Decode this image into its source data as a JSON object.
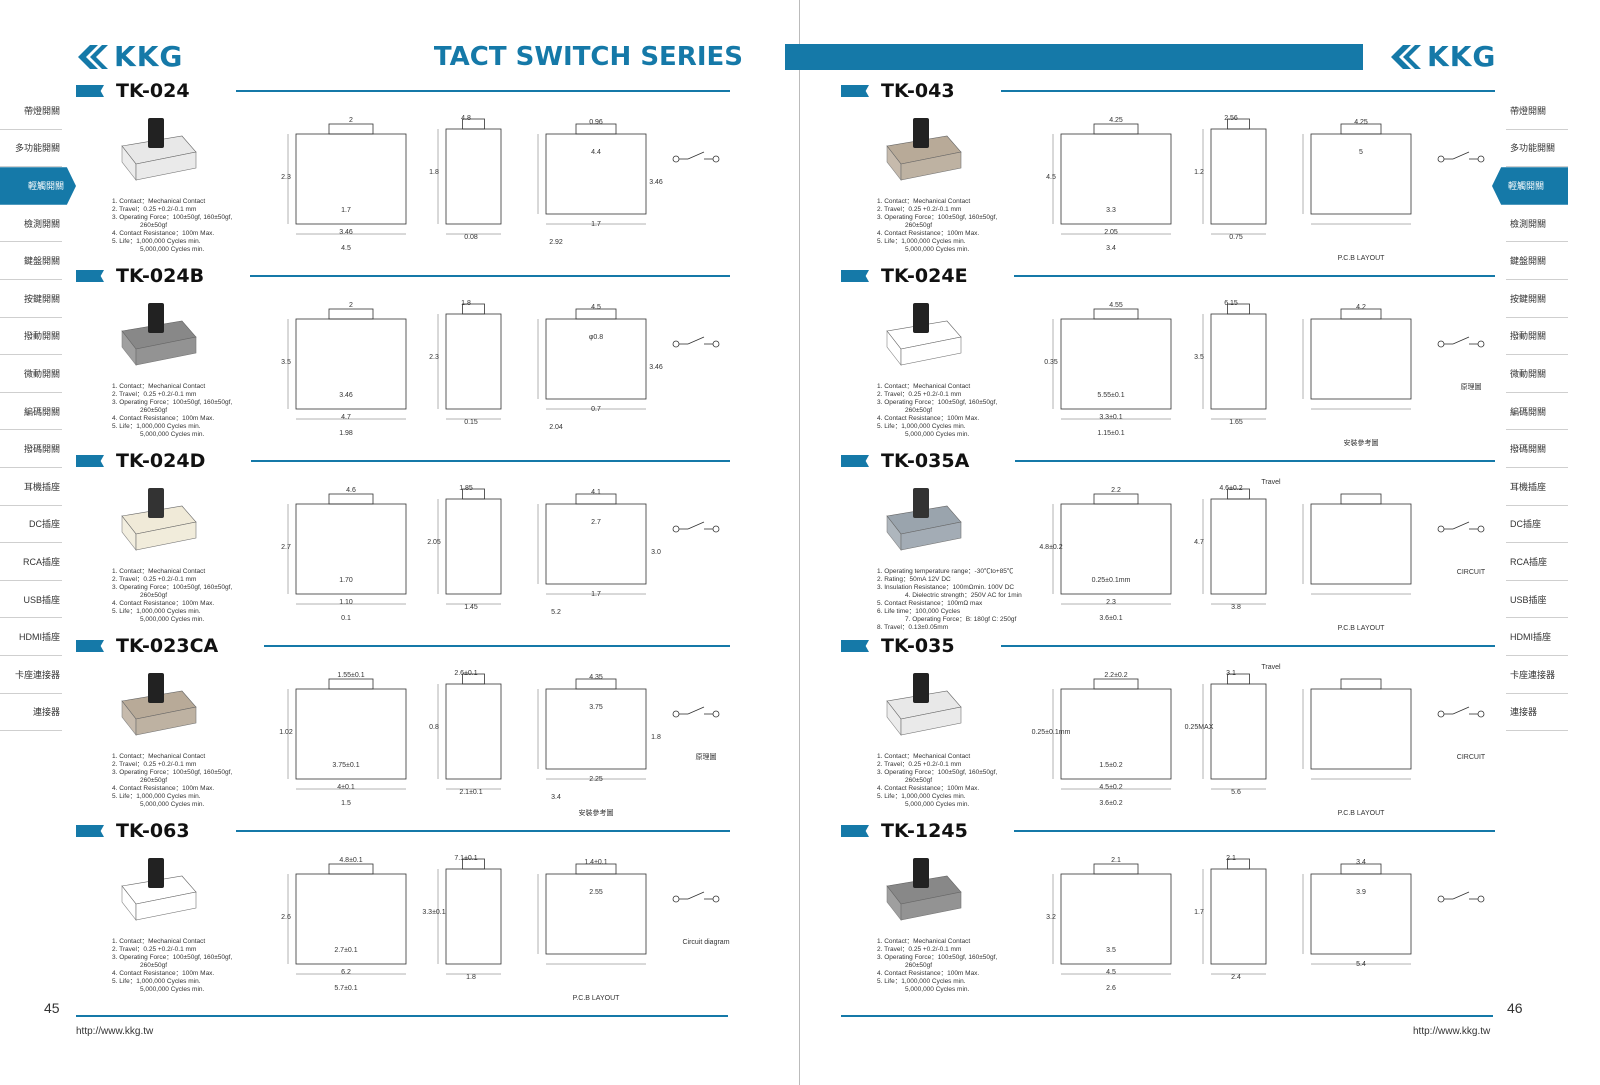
{
  "brand": "KKG",
  "series_title": "TACT SWITCH SERIES",
  "colors": {
    "accent": "#1579a8"
  },
  "left_page": {
    "page_number": "45",
    "url": "http://www.kkg.tw",
    "tabs": [
      "帶燈開關",
      "多功能開關",
      "輕觸開關",
      "檢測開關",
      "鍵盤開關",
      "按鍵開關",
      "撥動開關",
      "微動開關",
      "編碼開關",
      "撥碼開關",
      "耳機插座",
      "DC插座",
      "RCA插座",
      "USB插座",
      "HDMI插座",
      "卡座連接器",
      "連接器"
    ],
    "active_tab": 2,
    "products": [
      {
        "name": "TK-024",
        "specs": [
          "1. Contact：Mechanical Contact",
          "2. Travel：0.25 +0.2/-0.1 mm",
          "3. Operating Force：100±50gf, 160±50gf,",
          "260±50gf",
          "4. Contact Resistance：100m Max.",
          "5. Life：1,000,000 Cycles min.",
          "5,000,000 Cycles min."
        ],
        "dims": [
          "2",
          "2.3",
          "1.7",
          "3.46",
          "4.5",
          "4.8",
          "1.8",
          "0.08",
          "0.96",
          "4.4",
          "1.7",
          "3.46",
          "2.92"
        ]
      },
      {
        "name": "TK-024B",
        "specs": [
          "1. Contact：Mechanical Contact",
          "2. Travel：0.25 +0.2/-0.1 mm",
          "3. Operating Force：100±50gf, 160±50gf,",
          "260±50gf",
          "4. Contact Resistance：100m Max.",
          "5. Life：1,000,000 Cycles min.",
          "5,000,000 Cycles min."
        ],
        "dims": [
          "2",
          "3.5",
          "3.46",
          "4.7",
          "1.98",
          "1.8",
          "2.3",
          "0.15",
          "4.5",
          "φ0.8",
          "0.7",
          "3.46",
          "2.04"
        ]
      },
      {
        "name": "TK-024D",
        "specs": [
          "1. Contact：Mechanical Contact",
          "2. Travel：0.25 +0.2/-0.1 mm",
          "3. Operating Force：100±50gf, 160±50gf,",
          "260±50gf",
          "4. Contact Resistance：100m Max.",
          "5. Life：1,000,000 Cycles min.",
          "5,000,000 Cycles min."
        ],
        "dims": [
          "4.6",
          "2.7",
          "1.70",
          "1.10",
          "0.1",
          "1.85",
          "2.05",
          "1.45",
          "4.1",
          "2.7",
          "1.7",
          "3.0",
          "5.2"
        ]
      },
      {
        "name": "TK-023CA",
        "specs": [
          "1. Contact：Mechanical Contact",
          "2. Travel：0.25 +0.2/-0.1 mm",
          "3. Operating Force：100±50gf, 160±50gf,",
          "260±50gf",
          "4. Contact Resistance：100m Max.",
          "5. Life：1,000,000 Cycles min.",
          "5,000,000 Cycles min."
        ],
        "dims": [
          "1.55±0.1",
          "1.02",
          "3.75±0.1",
          "4±0.1",
          "1.5",
          "2.6±0.1",
          "0.8",
          "2.1±0.1",
          "4.35",
          "3.75",
          "2.25",
          "1.8",
          "3.4"
        ],
        "note": "安裝參考圖",
        "note2": "原理圖"
      },
      {
        "name": "TK-063",
        "specs": [
          "1. Contact：Mechanical Contact",
          "2. Travel：0.25 +0.2/-0.1 mm",
          "3. Operating Force：100±50gf, 160±50gf,",
          "260±50gf",
          "4. Contact Resistance：100m Max.",
          "5. Life：1,000,000 Cycles min.",
          "5,000,000 Cycles min."
        ],
        "dims": [
          "4.8±0.1",
          "2.6",
          "2.7±0.1",
          "6.2",
          "5.7±0.1",
          "7.1±0.1",
          "3.3±0.1",
          "1.8",
          "1.4±0.1",
          "2.55"
        ],
        "note": "P.C.B LAYOUT",
        "note2": "Circuit diagram"
      }
    ]
  },
  "right_page": {
    "page_number": "46",
    "url": "http://www.kkg.tw",
    "tabs": [
      "帶燈開關",
      "多功能開關",
      "輕觸開關",
      "檢測開關",
      "鍵盤開關",
      "按鍵開關",
      "撥動開關",
      "微動開關",
      "編碼開關",
      "撥碼開關",
      "耳機插座",
      "DC插座",
      "RCA插座",
      "USB插座",
      "HDMI插座",
      "卡座連接器",
      "連接器"
    ],
    "active_tab": 2,
    "products": [
      {
        "name": "TK-043",
        "specs": [
          "1. Contact：Mechanical Contact",
          "2. Travel：0.25 +0.2/-0.1 mm",
          "3. Operating Force：100±50gf, 160±50gf,",
          "260±50gf",
          "4. Contact Resistance：100m Max.",
          "5. Life：1,000,000 Cycles min.",
          "5,000,000 Cycles min."
        ],
        "dims": [
          "4.25",
          "4.5",
          "3.3",
          "2.05",
          "3.4",
          "2.56",
          "1.2",
          "0.75",
          "4.25",
          "5"
        ],
        "note": "P.C.B LAYOUT"
      },
      {
        "name": "TK-024E",
        "specs": [
          "1. Contact：Mechanical Contact",
          "2. Travel：0.25 +0.2/-0.1 mm",
          "3. Operating Force：100±50gf, 160±50gf,",
          "260±50gf",
          "4. Contact Resistance：100m Max.",
          "5. Life：1,000,000 Cycles min.",
          "5,000,000 Cycles min."
        ],
        "dims": [
          "4.55",
          "0.35",
          "5.55±0.1",
          "3.3±0.1",
          "1.15±0.1",
          "6.15",
          "3.5",
          "1.65",
          "4.2"
        ],
        "note": "安裝參考圖",
        "note2": "原理圖"
      },
      {
        "name": "TK-035A",
        "specs": [
          "1. Operating temperature range：-30℃to+85℃",
          "2. Rating：50mA 12V DC",
          "3. Insulation Resistance：100mΩmin. 100V DC",
          "4. Dielectric strength：250V AC for 1min",
          "5. Contact Resistance：100mΩ max",
          "6. Life time：100,000 Cycles",
          "7. Operating Force：B: 180gf  C: 250gf",
          "8. Travel：0.13±0.05mm"
        ],
        "dims": [
          "2.2",
          "4.8±0.2",
          "0.25±0.1mm",
          "2.3",
          "3.6±0.1",
          "4.6±0.2",
          "4.7",
          "3.8"
        ],
        "note": "P.C.B LAYOUT",
        "note2": "CIRCUIT",
        "note3": "Travel"
      },
      {
        "name": "TK-035",
        "specs": [
          "1. Contact：Mechanical Contact",
          "2. Travel：0.25 +0.2/-0.1 mm",
          "3. Operating Force：100±50gf, 160±50gf,",
          "260±50gf",
          "4. Contact Resistance：100m Max.",
          "5. Life：1,000,000 Cycles min.",
          "5,000,000 Cycles min."
        ],
        "dims": [
          "2.2±0.2",
          "0.25±0.1mm",
          "1.5±0.2",
          "4.5±0.2",
          "3.6±0.2",
          "3.1",
          "0.25MAX",
          "5.6"
        ],
        "note": "P.C.B LAYOUT",
        "note2": "CIRCUIT",
        "note3": "Travel"
      },
      {
        "name": "TK-1245",
        "specs": [
          "1. Contact：Mechanical Contact",
          "2. Travel：0.25 +0.2/-0.1 mm",
          "3. Operating Force：100±50gf, 160±50gf,",
          "260±50gf",
          "4. Contact Resistance：100m Max.",
          "5. Life：1,000,000 Cycles min.",
          "5,000,000 Cycles min."
        ],
        "dims": [
          "2.1",
          "3.2",
          "3.5",
          "4.5",
          "2.6",
          "2.1",
          "1.7",
          "2.4",
          "3.4",
          "3.9",
          "5.4"
        ]
      }
    ]
  }
}
